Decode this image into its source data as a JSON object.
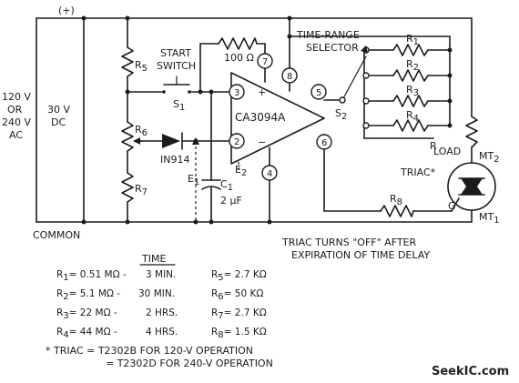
{
  "labels": {
    "supply_plus": "(+)",
    "common": "COMMON",
    "ac_line1": "120 V",
    "ac_line2": "OR",
    "ac_line3": "240 V",
    "ac_line4": "AC",
    "dc_line1": "30 V",
    "dc_line2": "DC",
    "r5": "R",
    "r5_sub": "5",
    "r6": "R",
    "r6_sub": "6",
    "r7": "R",
    "r7_sub": "7",
    "start_switch_1": "START",
    "start_switch_2": "SWITCH",
    "s1": "S",
    "s1_sub": "1",
    "r100": "100 Ω",
    "diode": "IN914",
    "e1": "E",
    "e1_sub": "1",
    "e2": "E",
    "e2_sub": "2",
    "c1": "C",
    "c1_sub": "1",
    "c1_val": "2 µF",
    "ic": "CA3094A",
    "pin7": "7",
    "pin8": "8",
    "pin3": "3",
    "pin2": "2",
    "pin4": "4",
    "pin5": "5",
    "pin6": "6",
    "plus_in": "+",
    "minus_in": "−",
    "time_range_1": "TIME-RANGE",
    "time_range_2": "SELECTOR",
    "s2": "S",
    "s2_sub": "2",
    "r1": "R",
    "r1_sub": "1",
    "r2": "R",
    "r2_sub": "2",
    "r3": "R",
    "r3_sub": "3",
    "r4": "R",
    "r4_sub": "4",
    "r_load": "R",
    "load": "LOAD",
    "mt2": "MT",
    "mt2_sub": "2",
    "mt1": "MT",
    "mt1_sub": "1",
    "gate": "G",
    "triac": "TRIAC*",
    "r8": "R",
    "r8_sub": "8",
    "note_1": "TRIAC TURNS \"OFF\" AFTER",
    "note_2": "EXPIRATION OF TIME DELAY"
  },
  "table": {
    "time_header": "TIME",
    "left": [
      {
        "name": "R",
        "sub": "1",
        "value": "= 0.51 MΩ -",
        "time": "3 MIN."
      },
      {
        "name": "R",
        "sub": "2",
        "value": "= 5.1 MΩ -",
        "time": "30 MIN."
      },
      {
        "name": "R",
        "sub": "3",
        "value": "= 22 MΩ -",
        "time": "2 HRS."
      },
      {
        "name": "R",
        "sub": "4",
        "value": "= 44 MΩ -",
        "time": "4 HRS."
      }
    ],
    "right": [
      {
        "name": "R",
        "sub": "5",
        "value": "= 2.7 KΩ"
      },
      {
        "name": "R",
        "sub": "6",
        "value": "= 50 KΩ"
      },
      {
        "name": "R",
        "sub": "7",
        "value": "= 2.7 KΩ"
      },
      {
        "name": "R",
        "sub": "8",
        "value": "= 1.5 KΩ"
      }
    ]
  },
  "footnote": {
    "line1": "* TRIAC = T2302B FOR 120-V OPERATION",
    "line2": "= T2302D FOR 240-V OPERATION"
  },
  "watermark": "SeekIC.com"
}
